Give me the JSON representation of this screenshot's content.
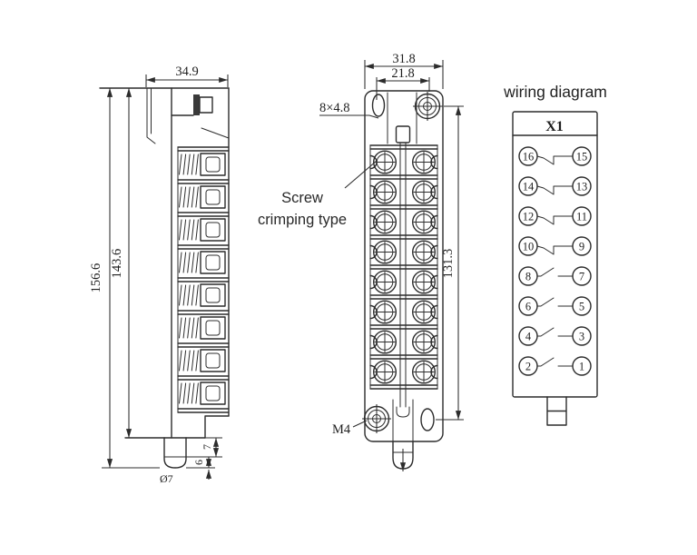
{
  "drawing": {
    "ink_color": "#2c2c2c",
    "background": "#ffffff"
  },
  "side_view": {
    "dim_width": "34.9",
    "dim_height_total": "156.6",
    "dim_height_body": "143.6",
    "dim_step": "7",
    "dim_pin_length": "6",
    "dim_pin_diameter": "Ø7"
  },
  "front_view": {
    "dim_width_total": "31.8",
    "dim_hole_spacing": "21.8",
    "dim_slot_spec": "8×4.8",
    "dim_terminal_span": "131.3",
    "dim_screw_spec": "M4",
    "label_line1": "Screw",
    "label_line2": "crimping type"
  },
  "wiring": {
    "title": "wiring diagram",
    "block_label": "X1",
    "rows": [
      {
        "left": "16",
        "right": "15"
      },
      {
        "left": "14",
        "right": "13"
      },
      {
        "left": "12",
        "right": "11"
      },
      {
        "left": "10",
        "right": "9"
      },
      {
        "left": "8",
        "right": "7"
      },
      {
        "left": "6",
        "right": "5"
      },
      {
        "left": "4",
        "right": "3"
      },
      {
        "left": "2",
        "right": "1"
      }
    ]
  }
}
